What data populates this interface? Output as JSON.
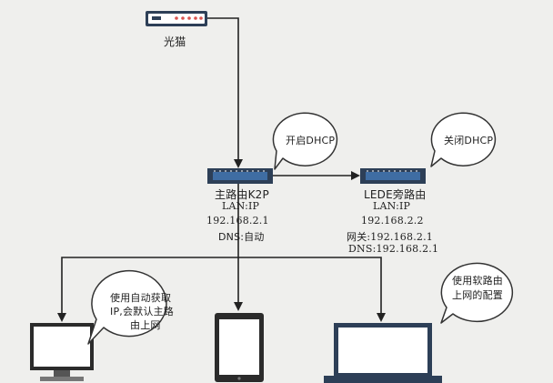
{
  "modem": {
    "label": "光猫"
  },
  "main_router": {
    "name": "主路由K2P",
    "lan_ip_label": "LAN:IP",
    "ip": "192.168.2.1",
    "dns": "DNS:自动",
    "bubble": "开启DHCP"
  },
  "side_router": {
    "name": "LEDE旁路由",
    "lan_ip_label": "LAN:IP",
    "ip": "192.168.2.2",
    "gateway": "网关:192.168.2.1",
    "dns": "DNS:192.168.2.1",
    "bubble": "关闭DHCP"
  },
  "left_client": {
    "bubble_lines": [
      "使用自动获取",
      "IP,会默认主路",
      "由上网"
    ]
  },
  "right_client": {
    "bubble_lines": [
      "使用软路由",
      "上网的配置"
    ]
  },
  "colors": {
    "line": "#222222",
    "device_dark": "#2d3f57",
    "device_blue": "#3f6da3",
    "bubble_border": "#333333"
  }
}
